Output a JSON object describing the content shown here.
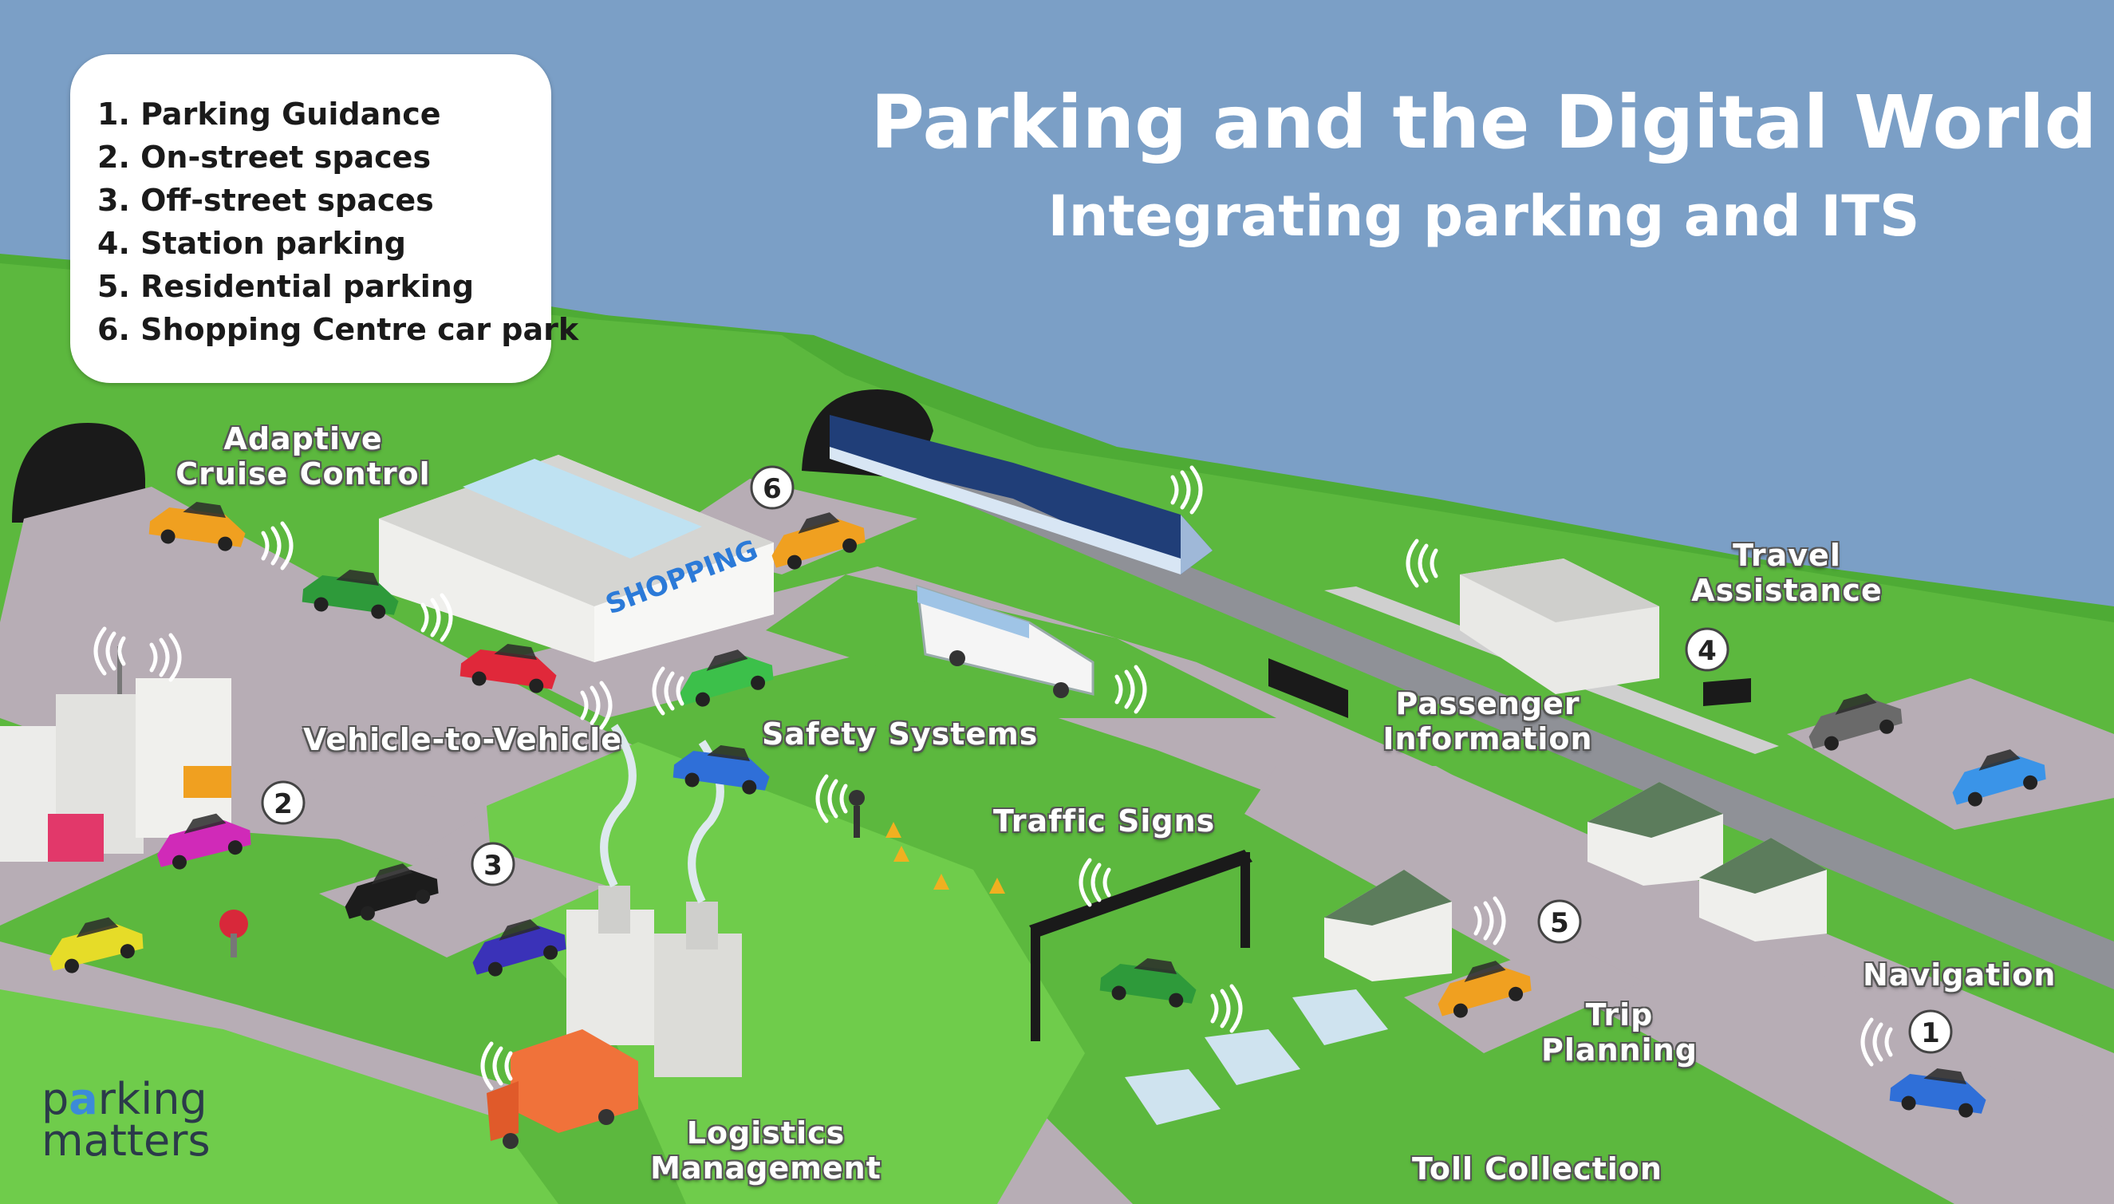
{
  "title": "Parking and the Digital World",
  "subtitle": "Integrating parking and ITS",
  "legend": [
    "1. Parking Guidance",
    "2. On-street spaces",
    "3. Off-street spaces",
    "4. Station parking",
    "5. Residential parking",
    "6. Shopping Centre car park"
  ],
  "labels": {
    "adaptive_cruise": [
      "Adaptive",
      "Cruise Control"
    ],
    "vehicle_to_vehicle": "Vehicle-to-Vehicle",
    "safety_systems": "Safety Systems",
    "traffic_signs": "Traffic Signs",
    "travel_assistance": [
      "Travel",
      "Assistance"
    ],
    "passenger_information": [
      "Passenger",
      "Information"
    ],
    "navigation": "Navigation",
    "trip_planning": [
      "Trip",
      "Planning"
    ],
    "logistics_management": [
      "Logistics",
      "Management"
    ],
    "toll_collection": "Toll Collection",
    "shopping_sign": "SHOPPING"
  },
  "markers": [
    "1",
    "2",
    "3",
    "4",
    "5",
    "6"
  ],
  "brand": {
    "line1_pre": "p",
    "line1_mark": "a",
    "line1_post": "rking",
    "line2": "matters"
  },
  "colors": {
    "sky": "#7b9fc6",
    "grass": "#5cb83e",
    "road": "#b7adb5",
    "train": "#203e78",
    "label_text": "#ffffff"
  },
  "cars": [
    {
      "name": "car-orange-tunnel",
      "color": "#f0a020"
    },
    {
      "name": "car-green-road",
      "color": "#2e9a3a"
    },
    {
      "name": "car-red",
      "color": "#e0283a"
    },
    {
      "name": "car-green-bright",
      "color": "#3cc04a"
    },
    {
      "name": "car-orange-shopping",
      "color": "#f0a020"
    },
    {
      "name": "car-blue-safety",
      "color": "#2f6fd8"
    },
    {
      "name": "car-purple",
      "color": "#d02ab8"
    },
    {
      "name": "car-yellow",
      "color": "#e6dc28"
    },
    {
      "name": "car-black",
      "color": "#1c1c1c"
    },
    {
      "name": "car-navy",
      "color": "#3a32b8"
    },
    {
      "name": "car-green-toll",
      "color": "#2e9a3a"
    },
    {
      "name": "car-orange-residential",
      "color": "#f0a020"
    },
    {
      "name": "car-blue-navigation",
      "color": "#2f6fd8"
    },
    {
      "name": "car-grey-station",
      "color": "#6a6a6a"
    },
    {
      "name": "car-lightblue-station",
      "color": "#3a94e8"
    }
  ]
}
